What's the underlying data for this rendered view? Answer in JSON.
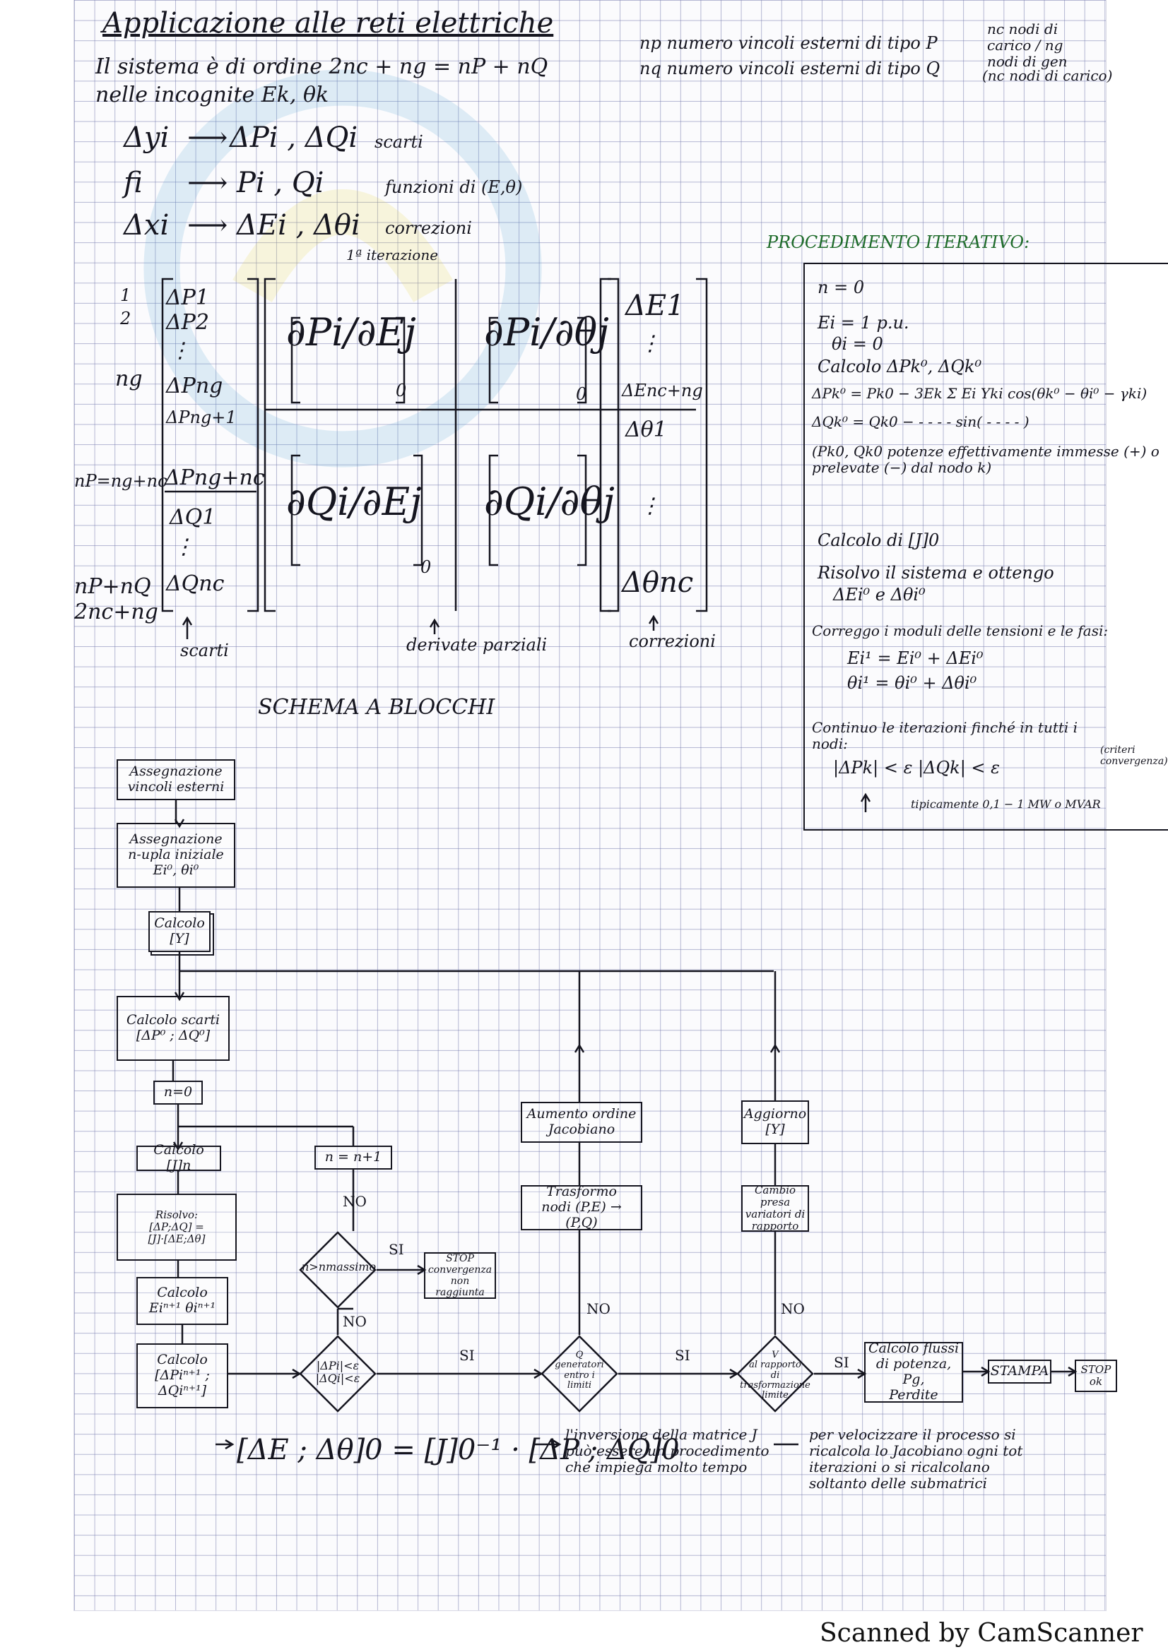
{
  "title": "Applicazione alle reti elettriche",
  "header": {
    "system_line": "Il sistema è di ordine 2nc + ng = nP + nQ",
    "unknowns_line": "nelle incognite Ek, θk",
    "np_def": "np numero vincoli esterni di tipo P",
    "nq_def": "nq numero vincoli esterni di tipo Q",
    "np_note": "nc nodi di carico / ng nodi di gen",
    "nq_note": "(nc nodi di carico)"
  },
  "definitions": [
    {
      "lhs": "Δyi",
      "rhs": "ΔPi , ΔQi",
      "label": "scarti"
    },
    {
      "lhs": "fi",
      "rhs": "Pi , Qi",
      "label": "funzioni di (E,θ)"
    },
    {
      "lhs": "Δxi",
      "rhs": "ΔEi , Δθi",
      "label": "correzioni"
    }
  ],
  "matrix": {
    "iteration_label": "1ª iterazione",
    "left_index": [
      "1",
      "2",
      "ng",
      "nP=ng+nc",
      "nP+nQ",
      "2nc+ng"
    ],
    "left_vector": [
      "ΔP1",
      "ΔP2",
      "ΔPng",
      "ΔPng+1",
      "ΔPng+nc",
      "ΔQ1",
      "ΔQnc"
    ],
    "jacobian": [
      "∂Pi/∂Ej",
      "∂Pi/∂θj",
      "∂Qi/∂Ej",
      "∂Qi/∂θj"
    ],
    "sub0": "0",
    "right_vector": [
      "ΔE1",
      "ΔEnc+ng",
      "Δθ1",
      "Δθnc"
    ],
    "label_left": "scarti",
    "label_mid": "derivate parziali",
    "label_right": "correzioni"
  },
  "procedure": {
    "title": "PROCEDIMENTO ITERATIVO:",
    "steps": [
      "n = 0",
      "Ei = 1 p.u.",
      "θi = 0",
      "Calcolo ΔPk⁰, ΔQk⁰",
      "ΔPk⁰ = Pk0 − 3Ek Σ Ei Yki cos(θk⁰ − θi⁰ − γki)",
      "ΔQk⁰ = Qk0 − - - - - sin( - - - - )",
      "(Pk0, Qk0 potenze effettivamente immesse (+) o prelevate (−) dal nodo k)",
      "Calcolo di [J]0",
      "Risolvo il sistema e ottengo",
      "ΔEi⁰ e Δθi⁰",
      "Correggo i moduli delle tensioni e le fasi:",
      "Ei¹ = Ei⁰ + ΔEi⁰",
      "θi¹ = θi⁰ + Δθi⁰",
      "Continuo le iterazioni finché in tutti i nodi:",
      "|ΔPk| < ε     |ΔQk| < ε",
      "(criteri convergenza)",
      "tipicamente   0,1 − 1 MW  o MVAR"
    ]
  },
  "flow": {
    "title": "SCHEMA A BLOCCHI",
    "b1": "Assegnazione\nvincoli esterni",
    "b2": "Assegnazione\nn-upla iniziale\nEi⁰, θi⁰",
    "b3": "Calcolo\n[Y]",
    "b4": "Calcolo scarti\n[ΔP⁰ ; ΔQ⁰]",
    "b5": "n=0",
    "b6": "Calcolo [J]n",
    "b7": "Risolvo:\n[ΔP;ΔQ] = [J]·[ΔE;Δθ]",
    "b8": "Calcolo\nEiⁿ⁺¹ θiⁿ⁺¹",
    "b9": "Calcolo\n[ΔPiⁿ⁺¹ ; ΔQiⁿ⁺¹]",
    "inc": "n = n+1",
    "d_nmax": "n>nmassimo",
    "stop1": "STOP\nconvergenza\nnon raggiunta",
    "d_conv": "|ΔPi|<ε\n|ΔQi|<ε",
    "d_q": "Q\ngeneratori\nentro i\nlimiti",
    "d_v": "V\nal rapporto\ndi trasformazione\nlimite",
    "aumento": "Aumento ordine\nJacobiano",
    "trasformo": "Trasformo\nnodi (P,E) → (P,Q)",
    "aggiorno": "Aggiorno\n[Y]",
    "cambio": "Cambio presa\nvariatori di\nrapporto",
    "flussi": "Calcolo flussi\ndi potenza, Pg,\nPerdite",
    "stampa": "STAMPA",
    "stop2": "STOP\nok",
    "si": "SI",
    "no": "NO"
  },
  "bottom": {
    "equation": "[ΔE ; Δθ]0 = [J]0⁻¹ · [ΔP ; ΔQ]0",
    "note1": "l'inversione della matrice J può essere un procedimento che impiega molto tempo",
    "note2": "per velocizzare il processo si ricalcola lo Jacobiano ogni tot iterazioni o si ricalcolano soltanto delle submatrici"
  },
  "footer": "Scanned by CamScanner"
}
